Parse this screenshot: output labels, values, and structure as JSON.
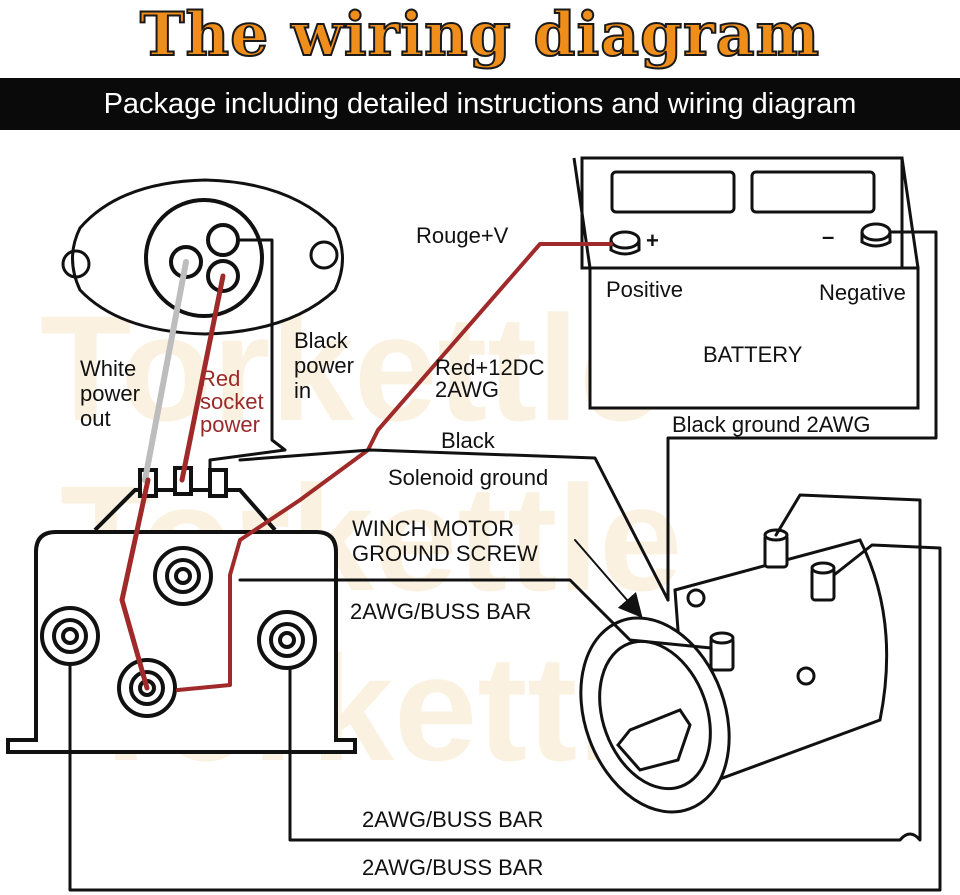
{
  "title": "The wiring diagram",
  "subtitle": "Package including detailed instructions and wiring diagram",
  "watermark": "Torkettle",
  "colors": {
    "title_fill": "#f08e1c",
    "banner_bg": "#0a0a0a",
    "red_wire": "#a02a2a",
    "white_wire": "#bdbdbd",
    "black_wire": "#111111"
  },
  "labels": {
    "white_power_out_1": "White",
    "white_power_out_2": "power",
    "white_power_out_3": "out",
    "red_socket_power_1": "Red",
    "red_socket_power_2": "socket",
    "red_socket_power_3": "power",
    "black_power_in_1": "Black",
    "black_power_in_2": "power",
    "black_power_in_3": "in",
    "rouge_v": "Rouge+V",
    "red_12dc_1": "Red+12DC",
    "red_12dc_2": "2AWG",
    "positive": "Positive",
    "negative": "Negative",
    "battery": "BATTERY",
    "plus_sign": "+",
    "minus_sign": "–",
    "black_ground": "Black ground 2AWG",
    "black": "Black",
    "solenoid_ground": "Solenoid ground",
    "winch_motor_1": "WINCH MOTOR",
    "winch_motor_2": "GROUND SCREW",
    "buss_bar_1": "2AWG/BUSS BAR",
    "buss_bar_2": "2AWG/BUSS BAR",
    "buss_bar_3": "2AWG/BUSS BAR"
  }
}
